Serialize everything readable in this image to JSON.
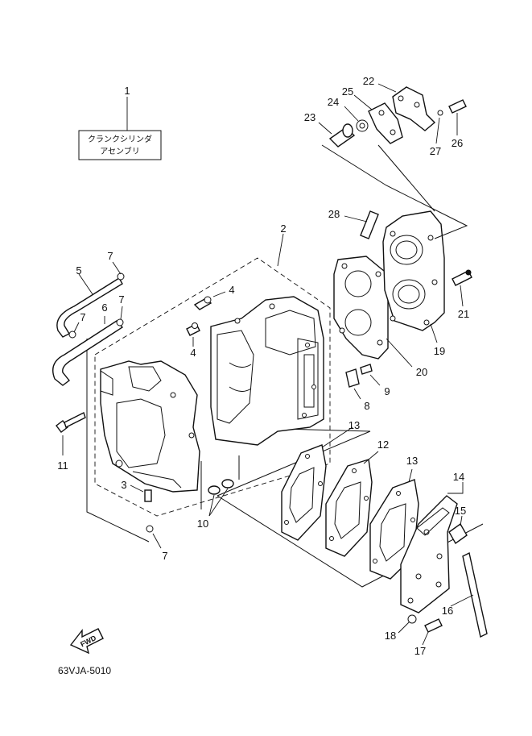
{
  "diagram": {
    "labels": {
      "l1": "1",
      "l2": "2",
      "l3": "3",
      "l4a": "4",
      "l4b": "4",
      "l5": "5",
      "l6": "6",
      "l7a": "7",
      "l7b": "7",
      "l7c": "7",
      "l7d": "7",
      "l8": "8",
      "l9": "9",
      "l10": "10",
      "l11": "11",
      "l12": "12",
      "l13a": "13",
      "l13b": "13",
      "l14": "14",
      "l15": "15",
      "l16": "16",
      "l17": "17",
      "l18": "18",
      "l19": "19",
      "l20": "20",
      "l21": "21",
      "l22": "22",
      "l23": "23",
      "l24": "24",
      "l25": "25",
      "l26": "26",
      "l27": "27",
      "l28": "28"
    },
    "assembly_box": {
      "line1": "クランクシリンダ",
      "line2": "アセンブリ"
    },
    "fwd_label": "FWD",
    "figure_code": "63VJA-5010"
  }
}
